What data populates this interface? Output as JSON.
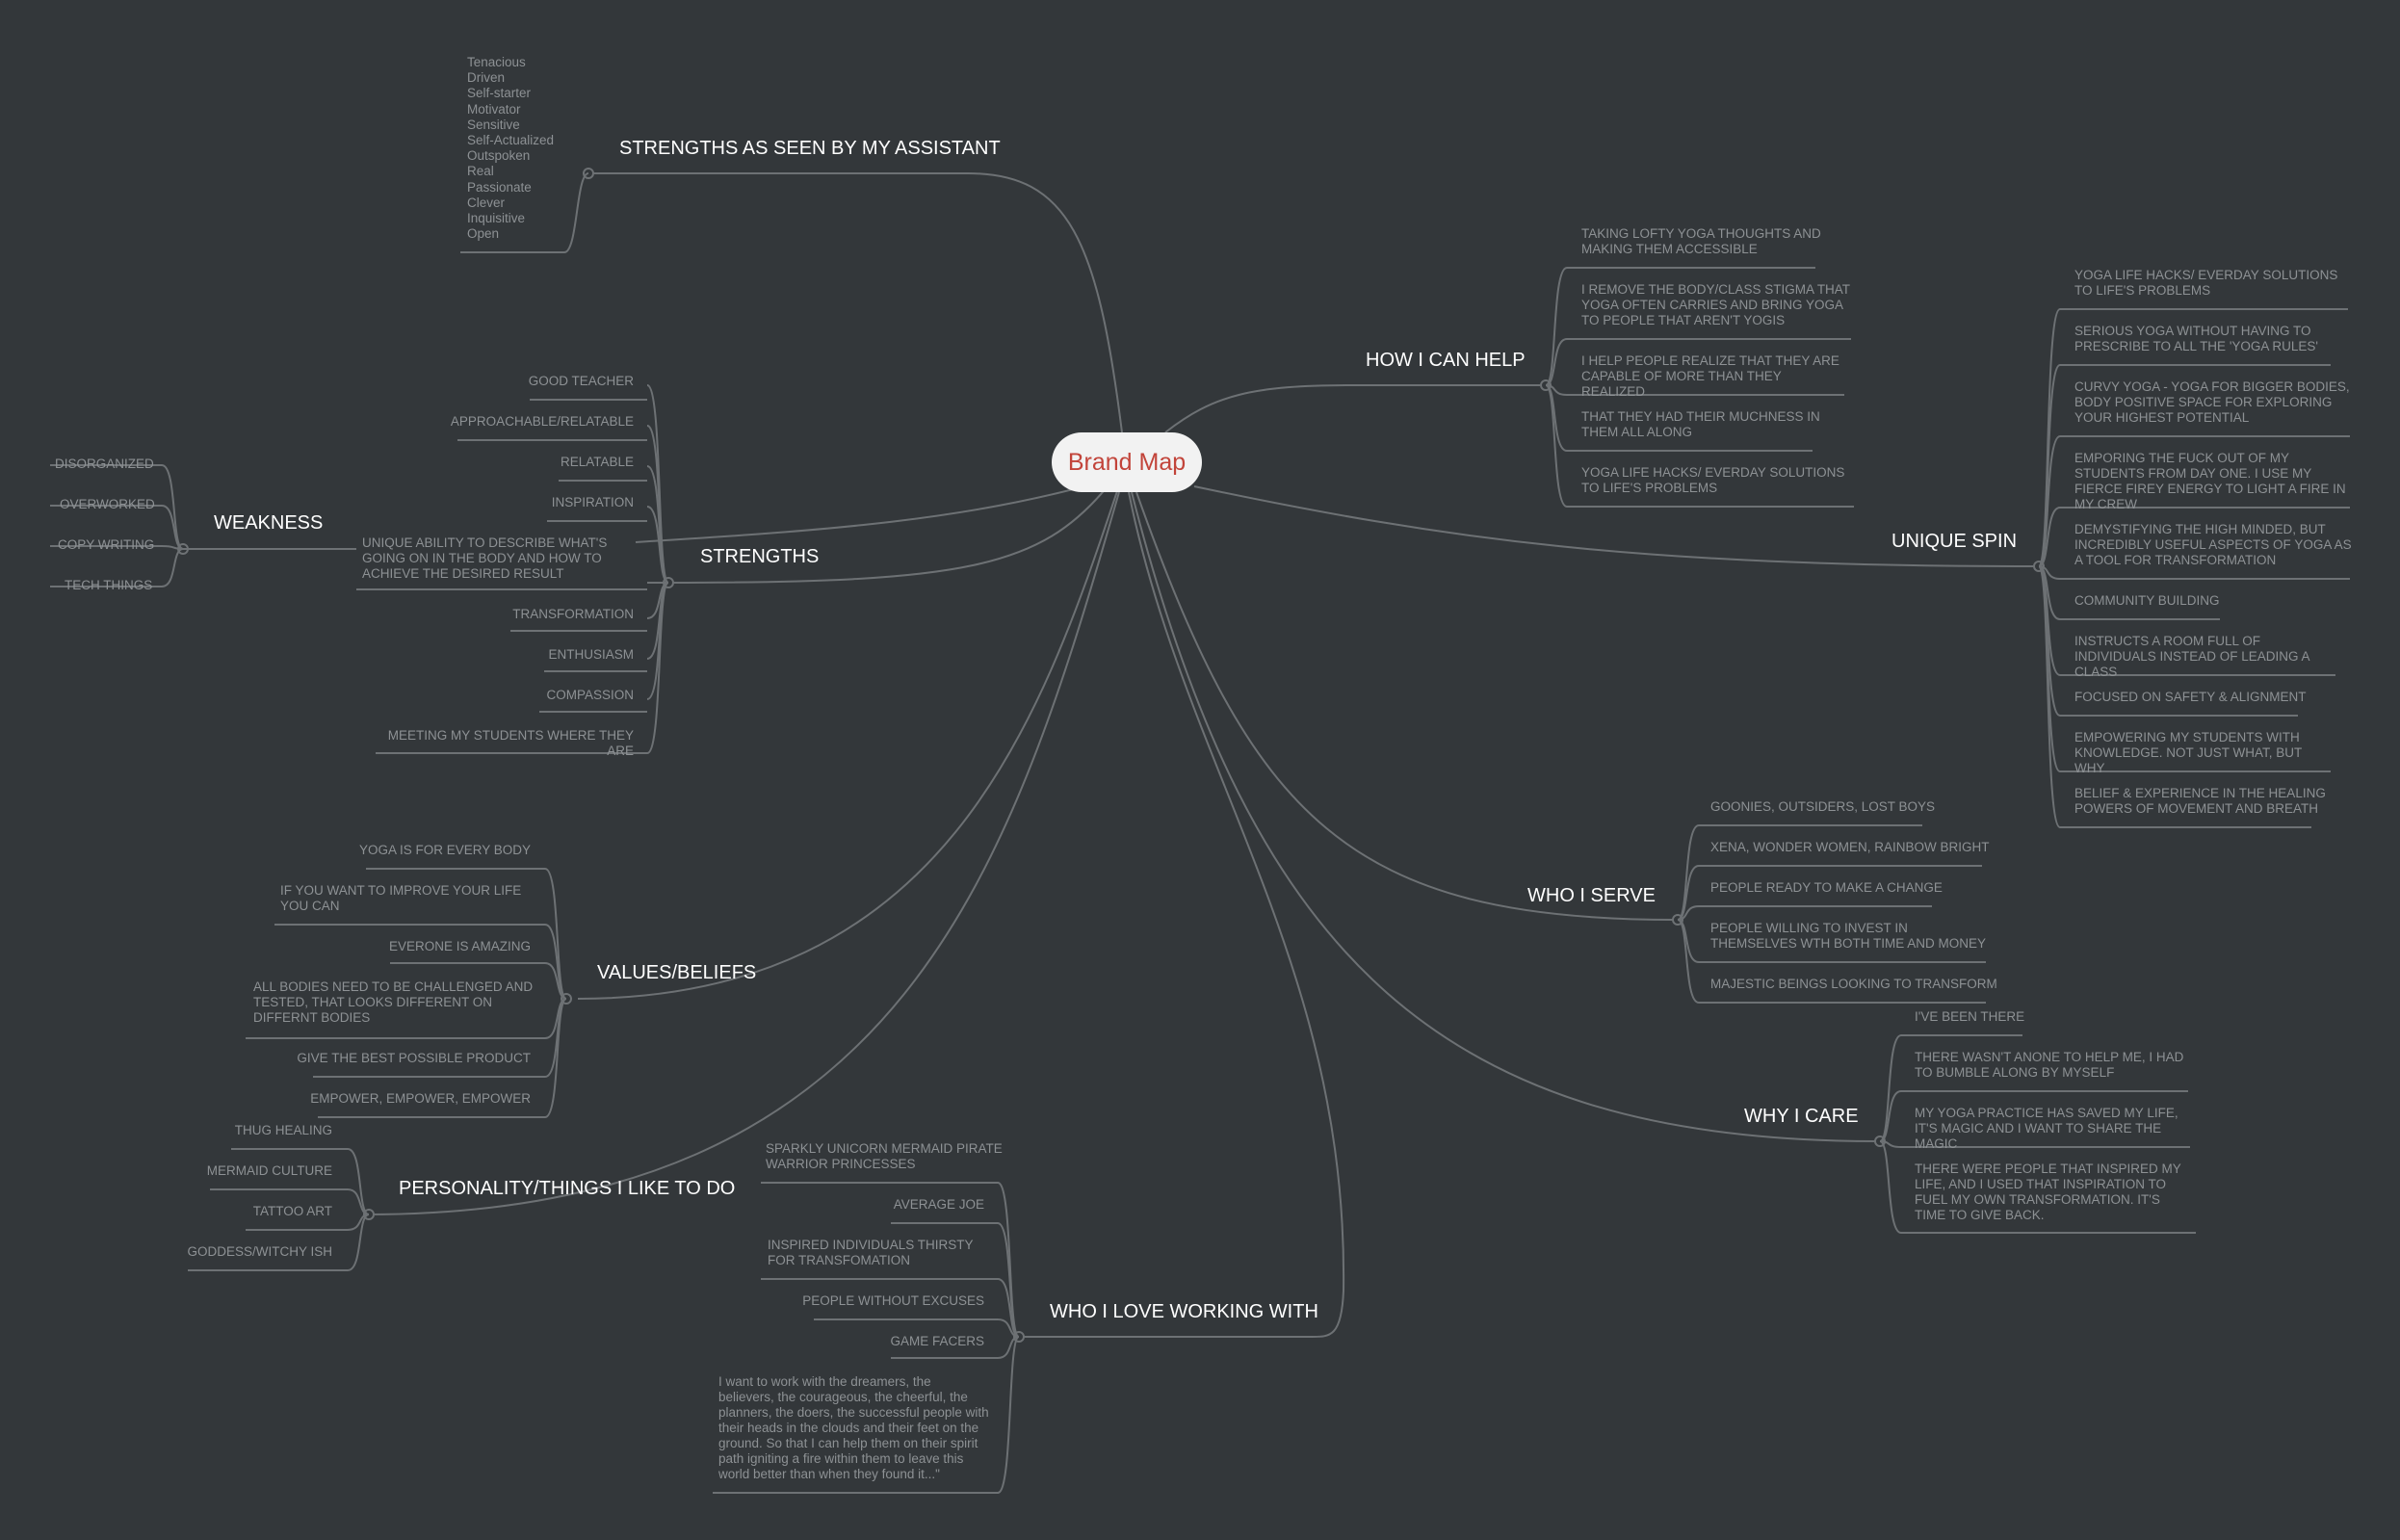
{
  "title": "Brand Map",
  "topics": {
    "assistant": {
      "label": "STRENGTHS AS SEEN BY MY ASSISTANT",
      "items": [
        "Tenacious",
        "Driven",
        "Self-starter",
        "Motivator",
        "Sensitive",
        "Self-Actualized",
        "Outspoken",
        "Real",
        "Passionate",
        "Clever",
        "Inquisitive",
        "Open"
      ]
    },
    "weakness": {
      "label": "WEAKNESS",
      "items": [
        "DISORGANIZED",
        "OVERWORKED",
        "COPY WRITING",
        "TECH THINGS"
      ]
    },
    "strengths": {
      "label": "STRENGTHS",
      "items": [
        "GOOD TEACHER",
        "APPROACHABLE/RELATABLE",
        "RELATABLE",
        "INSPIRATION",
        "UNIQUE ABILITY TO DESCRIBE WHAT'S GOING ON IN THE BODY AND HOW TO ACHIEVE THE DESIRED RESULT",
        "TRANSFORMATION",
        "ENTHUSIASM",
        "COMPASSION",
        "MEETING MY STUDENTS WHERE THEY ARE"
      ]
    },
    "values": {
      "label": "VALUES/BELIEFS",
      "items": [
        "YOGA IS FOR EVERY BODY",
        "IF YOU WANT TO IMPROVE YOUR LIFE YOU CAN",
        "EVERONE IS AMAZING",
        "ALL BODIES NEED TO BE CHALLENGED AND TESTED, THAT LOOKS DIFFERENT ON DIFFERNT BODIES",
        "GIVE THE BEST POSSIBLE PRODUCT",
        "EMPOWER, EMPOWER, EMPOWER"
      ]
    },
    "personality": {
      "label": "PERSONALITY/THINGS I LIKE TO DO",
      "items": [
        "THUG HEALING",
        "MERMAID CULTURE",
        "TATTOO ART",
        "GODDESS/WITCHY ISH"
      ]
    },
    "loveworking": {
      "label": "WHO I LOVE WORKING WITH",
      "items": [
        "SPARKLY UNICORN MERMAID PIRATE WARRIOR PRINCESSES",
        "AVERAGE JOE",
        "INSPIRED INDIVIDUALS THIRSTY FOR TRANSFOMATION",
        "PEOPLE WITHOUT EXCUSES",
        "GAME FACERS"
      ],
      "quote": "I want to work with the dreamers, the believers, the courageous, the cheerful, the planners, the doers, the successful people with their heads in the clouds and their feet on the ground. So that I can help them on their spirit path igniting a fire within them to leave this world better than when they found it...\""
    },
    "help": {
      "label": "HOW I CAN HELP",
      "items": [
        "TAKING LOFTY YOGA THOUGHTS AND MAKING THEM ACCESSIBLE",
        "I REMOVE THE BODY/CLASS STIGMA THAT YOGA OFTEN CARRIES AND BRING YOGA TO PEOPLE THAT AREN'T YOGIS",
        "I HELP PEOPLE REALIZE THAT THEY ARE CAPABLE OF MORE THAN THEY REALIZED",
        "THAT THEY HAD THEIR MUCHNESS IN THEM ALL ALONG",
        "YOGA LIFE HACKS/ EVERDAY SOLUTIONS TO LIFE'S PROBLEMS"
      ]
    },
    "spin": {
      "label": "UNIQUE SPIN",
      "items": [
        "YOGA LIFE HACKS/ EVERDAY SOLUTIONS TO LIFE'S PROBLEMS",
        "SERIOUS YOGA WITHOUT HAVING TO PRESCRIBE TO ALL THE 'YOGA RULES'",
        "CURVY YOGA - YOGA FOR BIGGER BODIES, BODY POSITIVE SPACE FOR EXPLORING YOUR HIGHEST POTENTIAL",
        "EMPORING THE FUCK OUT OF MY STUDENTS FROM DAY ONE.  I USE MY FIERCE FIREY ENERGY TO LIGHT A FIRE IN MY CREW",
        "DEMYSTIFYING THE HIGH MINDED, BUT INCREDIBLY USEFUL ASPECTS OF YOGA AS A TOOL FOR TRANSFORMATION",
        "COMMUNITY BUILDING",
        "INSTRUCTS A ROOM FULL OF INDIVIDUALS INSTEAD OF LEADING A CLASS",
        "FOCUSED ON SAFETY & ALIGNMENT",
        "EMPOWERING MY STUDENTS WITH KNOWLEDGE.  NOT JUST WHAT, BUT WHY",
        "BELIEF & EXPERIENCE IN THE HEALING POWERS OF MOVEMENT AND BREATH"
      ]
    },
    "serve": {
      "label": "WHO I SERVE",
      "items": [
        "GOONIES, OUTSIDERS, LOST BOYS",
        "XENA, WONDER WOMEN, RAINBOW BRIGHT",
        "PEOPLE READY TO MAKE A CHANGE",
        "PEOPLE WILLING TO INVEST IN THEMSELVES WTH BOTH TIME AND MONEY",
        "MAJESTIC BEINGS LOOKING TO TRANSFORM"
      ]
    },
    "care": {
      "label": "WHY I CARE",
      "items": [
        "I'VE BEEN THERE",
        "THERE WASN'T ANONE TO HELP ME, I HAD TO BUMBLE ALONG BY MYSELF",
        "MY YOGA PRACTICE HAS SAVED MY LIFE, IT'S MAGIC AND I WANT TO SHARE THE MAGIC",
        "THERE WERE PEOPLE THAT INSPIRED MY LIFE, AND I USED THAT INSPIRATION TO FUEL MY OWN TRANSFORMATION.  IT'S TIME TO GIVE BACK."
      ]
    }
  },
  "colors": {
    "background": "#33373a",
    "line": "#6d7174",
    "root_fill": "#f2f2f2",
    "root_text": "#c2443a",
    "topic_text": "#ffffff",
    "leaf_text": "#8d9194"
  }
}
